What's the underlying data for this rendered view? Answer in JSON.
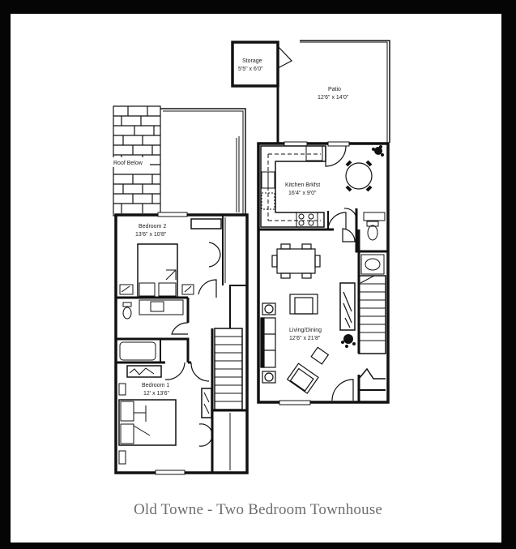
{
  "caption": "Old Towne - Two Bedroom Townhouse",
  "colors": {
    "frame": "#050505",
    "sheet": "#ffffff",
    "ink": "#111111",
    "caption": "#6e6e6e"
  },
  "rooms": {
    "storage": {
      "name": "Storage",
      "size": "5'5\" x 6'0\""
    },
    "patio": {
      "name": "Patio",
      "size": "12'6\" x 14'0\""
    },
    "roof": {
      "name": "Roof Below"
    },
    "kitchen": {
      "name": "Kitchen Brkfst",
      "size": "16'4\" x 9'0\""
    },
    "bedroom2": {
      "name": "Bedroom 2",
      "size": "13'6\" x 10'8\""
    },
    "living": {
      "name": "Living/Dining",
      "size": "12'6\" x 21'8\""
    },
    "bedroom1": {
      "name": "Bedroom 1",
      "size": "12' x 13'6\""
    }
  }
}
